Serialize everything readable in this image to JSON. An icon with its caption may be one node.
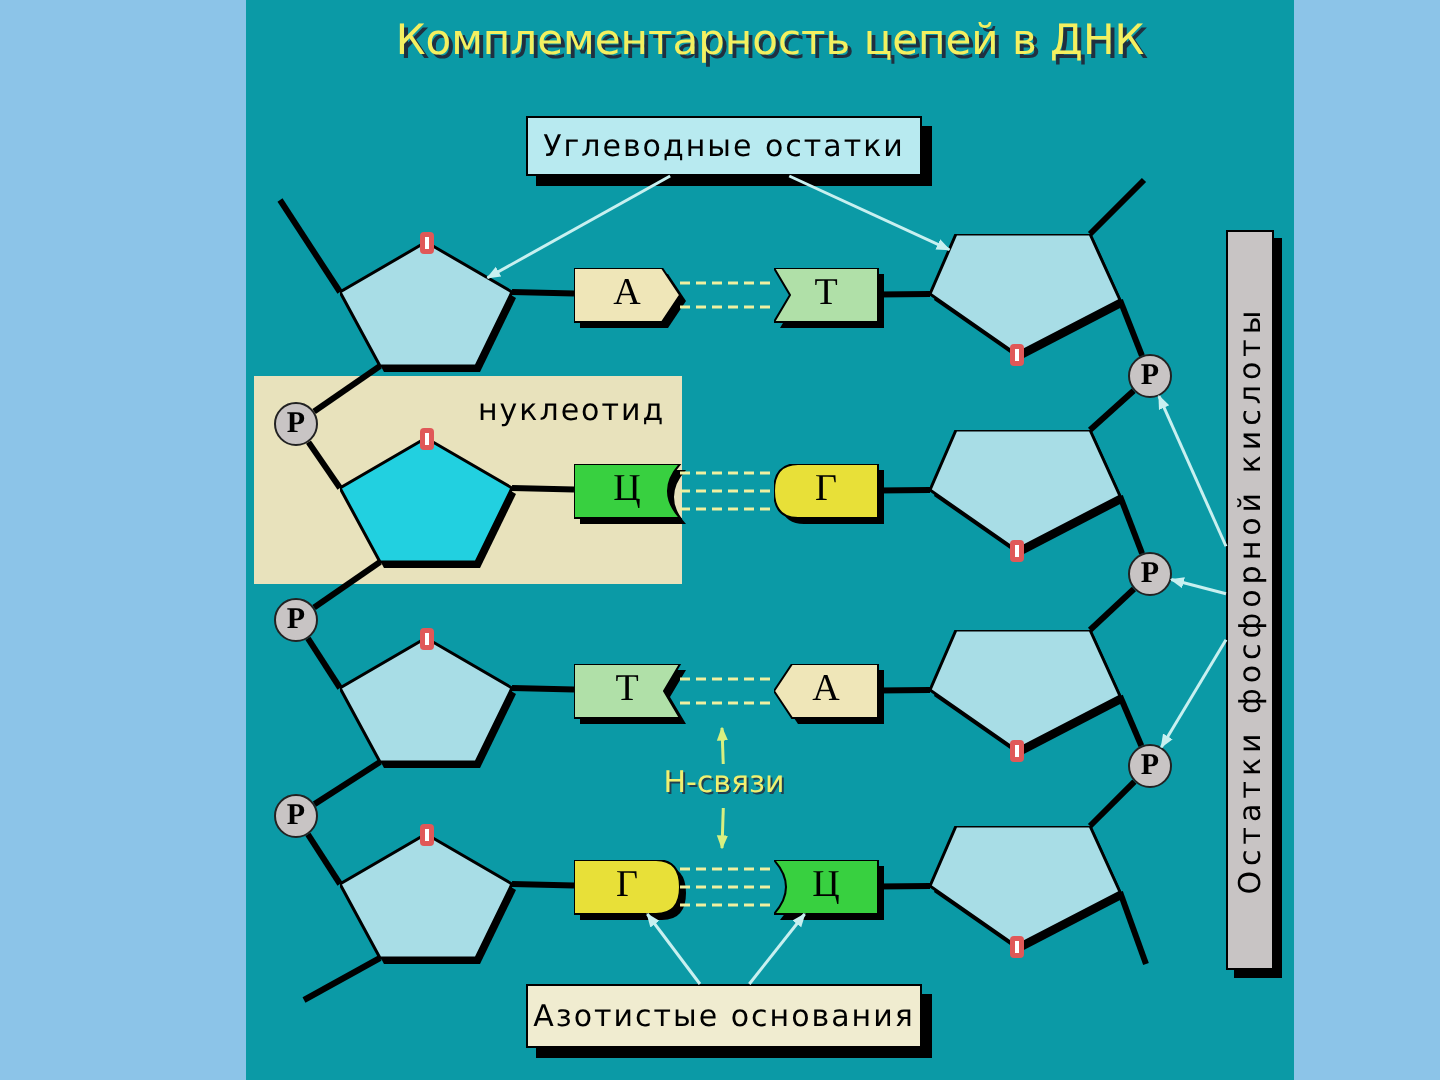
{
  "diagram": {
    "title": "Комплементарность цепей в ДНК",
    "nodes": [
      {
        "text": [
          "Углеводные остатки"
        ]
      },
      {
        "text": [
          "Остатки фосфорной кислоты"
        ]
      },
      {
        "text": [],
        "shape": "pentagon"
      },
      {
        "text": [
          "А"
        ]
      },
      {
        "text": [
          "Т"
        ]
      },
      {
        "text": [],
        "shape": "pentagon"
      },
      {
        "text": [
          "Р"
        ]
      },
      {
        "text": [
          "нуклеотид"
        ]
      },
      {
        "text": [
          "Р"
        ],
        "in": 7
      },
      {
        "text": [],
        "shape": "pentagon",
        "in": 7
      },
      {
        "text": [
          "Ц"
        ],
        "in": 7
      },
      {
        "text": [
          "Г"
        ]
      },
      {
        "text": [],
        "shape": "pentagon"
      },
      {
        "text": [
          "Р"
        ]
      },
      {
        "text": [
          "Р"
        ]
      },
      {
        "text": [],
        "shape": "pentagon"
      },
      {
        "text": [
          "Т"
        ]
      },
      {
        "text": [
          "А"
        ]
      },
      {
        "text": [],
        "shape": "pentagon"
      },
      {
        "text": [
          "Н-связи"
        ]
      },
      {
        "text": [
          "Р"
        ]
      },
      {
        "text": [
          "Р"
        ]
      },
      {
        "text": [],
        "shape": "pentagon"
      },
      {
        "text": [
          "Г"
        ]
      },
      {
        "text": [
          "Ц"
        ]
      },
      {
        "text": [],
        "shape": "pentagon"
      },
      {
        "text": [
          "Азотистые основания"
        ]
      }
    ],
    "edges": [
      {
        "from": 0,
        "to": 2,
        "arrow": "to",
        "color": "#c8f0f0"
      },
      {
        "from": 0,
        "to": 5,
        "arrow": "to",
        "color": "#c8f0f0"
      },
      {
        "from": 1,
        "to": 6,
        "arrow": "to",
        "color": "#c8f0f0"
      },
      {
        "from": 1,
        "to": 13,
        "arrow": "to",
        "color": "#c8f0f0"
      },
      {
        "from": 1,
        "to": 20,
        "arrow": "to",
        "color": "#c8f0f0"
      },
      {
        "from": null,
        "to": 2,
        "arrow": "none"
      },
      {
        "from": 2,
        "to": 8,
        "arrow": "none"
      },
      {
        "from": 8,
        "to": 9,
        "arrow": "none"
      },
      {
        "from": 9,
        "to": 14,
        "arrow": "none"
      },
      {
        "from": 14,
        "to": 15,
        "arrow": "none"
      },
      {
        "from": 15,
        "to": 21,
        "arrow": "none"
      },
      {
        "from": 21,
        "to": 22,
        "arrow": "none"
      },
      {
        "from": 22,
        "to": null,
        "arrow": "none"
      },
      {
        "from": 5,
        "to": null,
        "arrow": "none"
      },
      {
        "from": 5,
        "to": 6,
        "arrow": "none"
      },
      {
        "from": 6,
        "to": 12,
        "arrow": "none"
      },
      {
        "from": 12,
        "to": 13,
        "arrow": "none"
      },
      {
        "from": 13,
        "to": 18,
        "arrow": "none"
      },
      {
        "from": 18,
        "to": 20,
        "arrow": "none"
      },
      {
        "from": 20,
        "to": 25,
        "arrow": "none"
      },
      {
        "from": 25,
        "to": null,
        "arrow": "none"
      },
      {
        "from": 2,
        "to": 3,
        "arrow": "none"
      },
      {
        "from": 4,
        "to": 5,
        "arrow": "none"
      },
      {
        "from": 9,
        "to": 10,
        "arrow": "none"
      },
      {
        "from": 11,
        "to": 12,
        "arrow": "none"
      },
      {
        "from": 15,
        "to": 16,
        "arrow": "none"
      },
      {
        "from": 17,
        "to": 18,
        "arrow": "none"
      },
      {
        "from": 22,
        "to": 23,
        "arrow": "none"
      },
      {
        "from": 24,
        "to": 25,
        "arrow": "none"
      },
      {
        "from": 3,
        "to": 4,
        "arrow": "none",
        "style": "dashed",
        "color": "#f0f0a0"
      },
      {
        "from": 3,
        "to": 4,
        "arrow": "none",
        "style": "dashed",
        "color": "#f0f0a0"
      },
      {
        "from": 10,
        "to": 11,
        "arrow": "none",
        "style": "dashed",
        "color": "#f0f0a0"
      },
      {
        "from": 10,
        "to": 11,
        "arrow": "none",
        "style": "dashed",
        "color": "#f0f0a0"
      },
      {
        "from": 10,
        "to": 11,
        "arrow": "none",
        "style": "dashed",
        "color": "#f0f0a0"
      },
      {
        "from": 16,
        "to": 17,
        "arrow": "none",
        "style": "dashed",
        "color": "#f0f0a0"
      },
      {
        "from": 16,
        "to": 17,
        "arrow": "none",
        "style": "dashed",
        "color": "#f0f0a0"
      },
      {
        "from": 23,
        "to": 24,
        "arrow": "none",
        "style": "dashed",
        "color": "#f0f0a0"
      },
      {
        "from": 23,
        "to": 24,
        "arrow": "none",
        "style": "dashed",
        "color": "#f0f0a0"
      },
      {
        "from": 23,
        "to": 24,
        "arrow": "none",
        "style": "dashed",
        "color": "#f0f0a0"
      },
      {
        "from": 19,
        "to": null,
        "arrow": "to",
        "color": "#d8f080"
      },
      {
        "from": 19,
        "to": null,
        "arrow": "to",
        "color": "#d8f080"
      },
      {
        "from": 26,
        "to": 23,
        "arrow": "to",
        "color": "#c8f0f0"
      },
      {
        "from": 26,
        "to": 24,
        "arrow": "to",
        "color": "#c8f0f0"
      }
    ]
  }
}
